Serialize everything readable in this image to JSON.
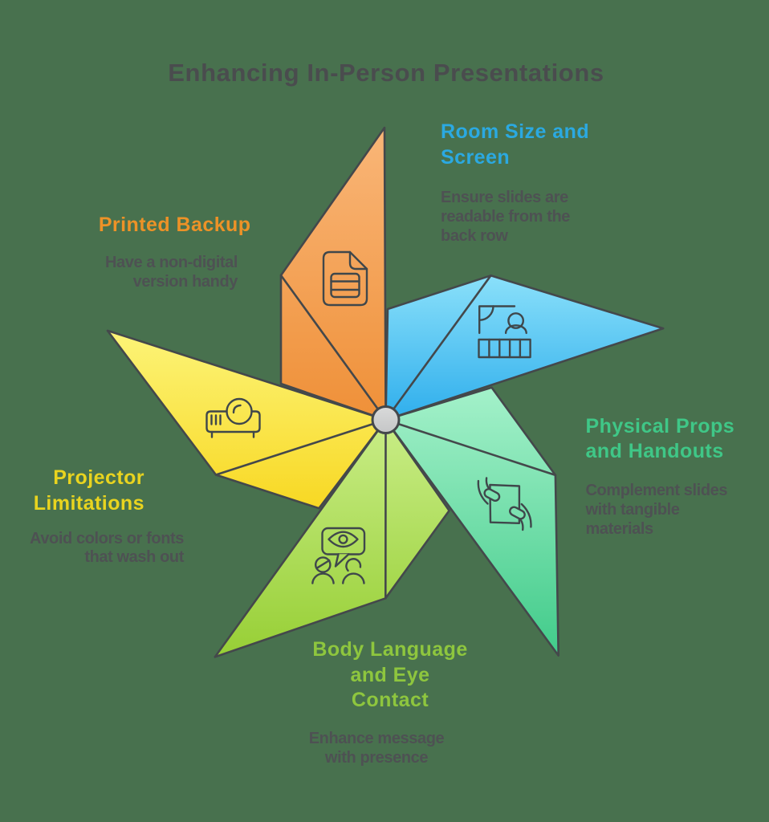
{
  "title": {
    "text": "Enhancing In-Person Presentations"
  },
  "colors": {
    "background": "#48714E",
    "outline": "#44484B",
    "icon_stroke": "#3F474B",
    "body_text": "#4E5153",
    "title_text": "#4A4C4E",
    "hub_from": "#D9DADA",
    "hub_to": "#C5C6C7"
  },
  "blades": [
    {
      "name": "printed-backup",
      "heading": "Printed Backup",
      "body": "Have a non-digital\nversion handy",
      "heading_color": "#ED9227",
      "gradient_from": "#F9B678",
      "gradient_to": "#EF9038",
      "icon": "document-icon"
    },
    {
      "name": "room-size",
      "heading": "Room Size and\nScreen",
      "body": "Ensure slides are\nreadable from the\nback row",
      "heading_color": "#2BA9E1",
      "gradient_from": "#8AE0FA",
      "gradient_to": "#2FAEEC",
      "icon": "presentation-room-icon"
    },
    {
      "name": "physical-props",
      "heading": "Physical Props\nand Handouts",
      "body": "Complement slides\nwith tangible\nmaterials",
      "heading_color": "#3FC787",
      "gradient_from": "#A4F1CA",
      "gradient_to": "#41CB8A",
      "icon": "hand-holding-paper-icon"
    },
    {
      "name": "body-language",
      "heading": "Body Language\nand Eye\nContact",
      "body": "Enhance message\nwith presence",
      "heading_color": "#8EC63E",
      "gradient_from": "#C9ED87",
      "gradient_to": "#97CF35",
      "icon": "eye-speech-bubble-icon"
    },
    {
      "name": "projector-limitations",
      "heading": "Projector\nLimitations",
      "body": "Avoid colors or fonts\nthat wash out",
      "heading_color": "#E9D41F",
      "gradient_from": "#FCF478",
      "gradient_to": "#F8D823",
      "icon": "projector-icon"
    }
  ]
}
